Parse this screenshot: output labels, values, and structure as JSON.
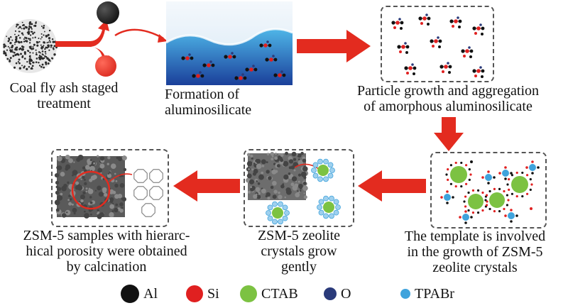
{
  "stages": {
    "coal_fly_ash": [
      "Coal fly ash staged",
      "treatment"
    ],
    "formation": [
      "Formation of",
      "aluminosilicate"
    ],
    "particle_growth": [
      "Particle growth and aggregation",
      "of amorphous aluminosilicate"
    ],
    "template": [
      "The template is involved",
      "in the growth of ZSM-5",
      "zeolite crystals"
    ],
    "zeolite_grow": [
      "ZSM-5 zeolite",
      "crystals grow",
      "gently"
    ],
    "calcination": [
      "ZSM-5 samples with hierarc-",
      "hical porosity were obtained",
      "by calcination"
    ]
  },
  "legend": [
    {
      "label": "Al",
      "color": "#111111"
    },
    {
      "label": "Si",
      "color": "#e02020"
    },
    {
      "label": "CTAB",
      "color": "#7cc242"
    },
    {
      "label": "O",
      "color": "#2a3a7a"
    },
    {
      "label": "TPABr",
      "color": "#3fa3dc"
    }
  ],
  "colors": {
    "arrow": "#e32b1f",
    "panel_border": "#555555"
  }
}
